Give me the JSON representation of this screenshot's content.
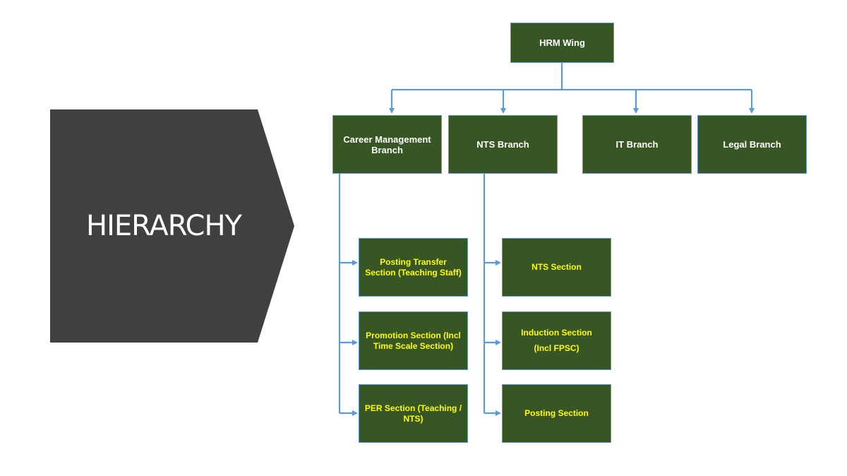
{
  "title": "HIERARCHY",
  "nodes": {
    "hrm_wing": "HRM Wing",
    "career_branch": "Career Management Branch",
    "nts_branch": "NTS Branch",
    "it_branch": "IT Branch",
    "legal_branch": "Legal Branch",
    "posting_transfer_section": "Posting Transfer Section (Teaching Staff)",
    "promotion_section": "Promotion Section (Incl Time Scale Section)",
    "per_section": "PER Section (Teaching / NTS)",
    "nts_section": "NTS Section",
    "induction_section_line1": "Induction Section",
    "induction_section_line2": "(Incl FPSC)",
    "posting_section": "Posting Section"
  },
  "colors": {
    "box_fill": "#375623",
    "box_border": "#5b9bd5",
    "connector": "#5b9bd5",
    "branch_text": "#ffffff",
    "section_text": "#ffff00",
    "pentagon": "#404040"
  }
}
